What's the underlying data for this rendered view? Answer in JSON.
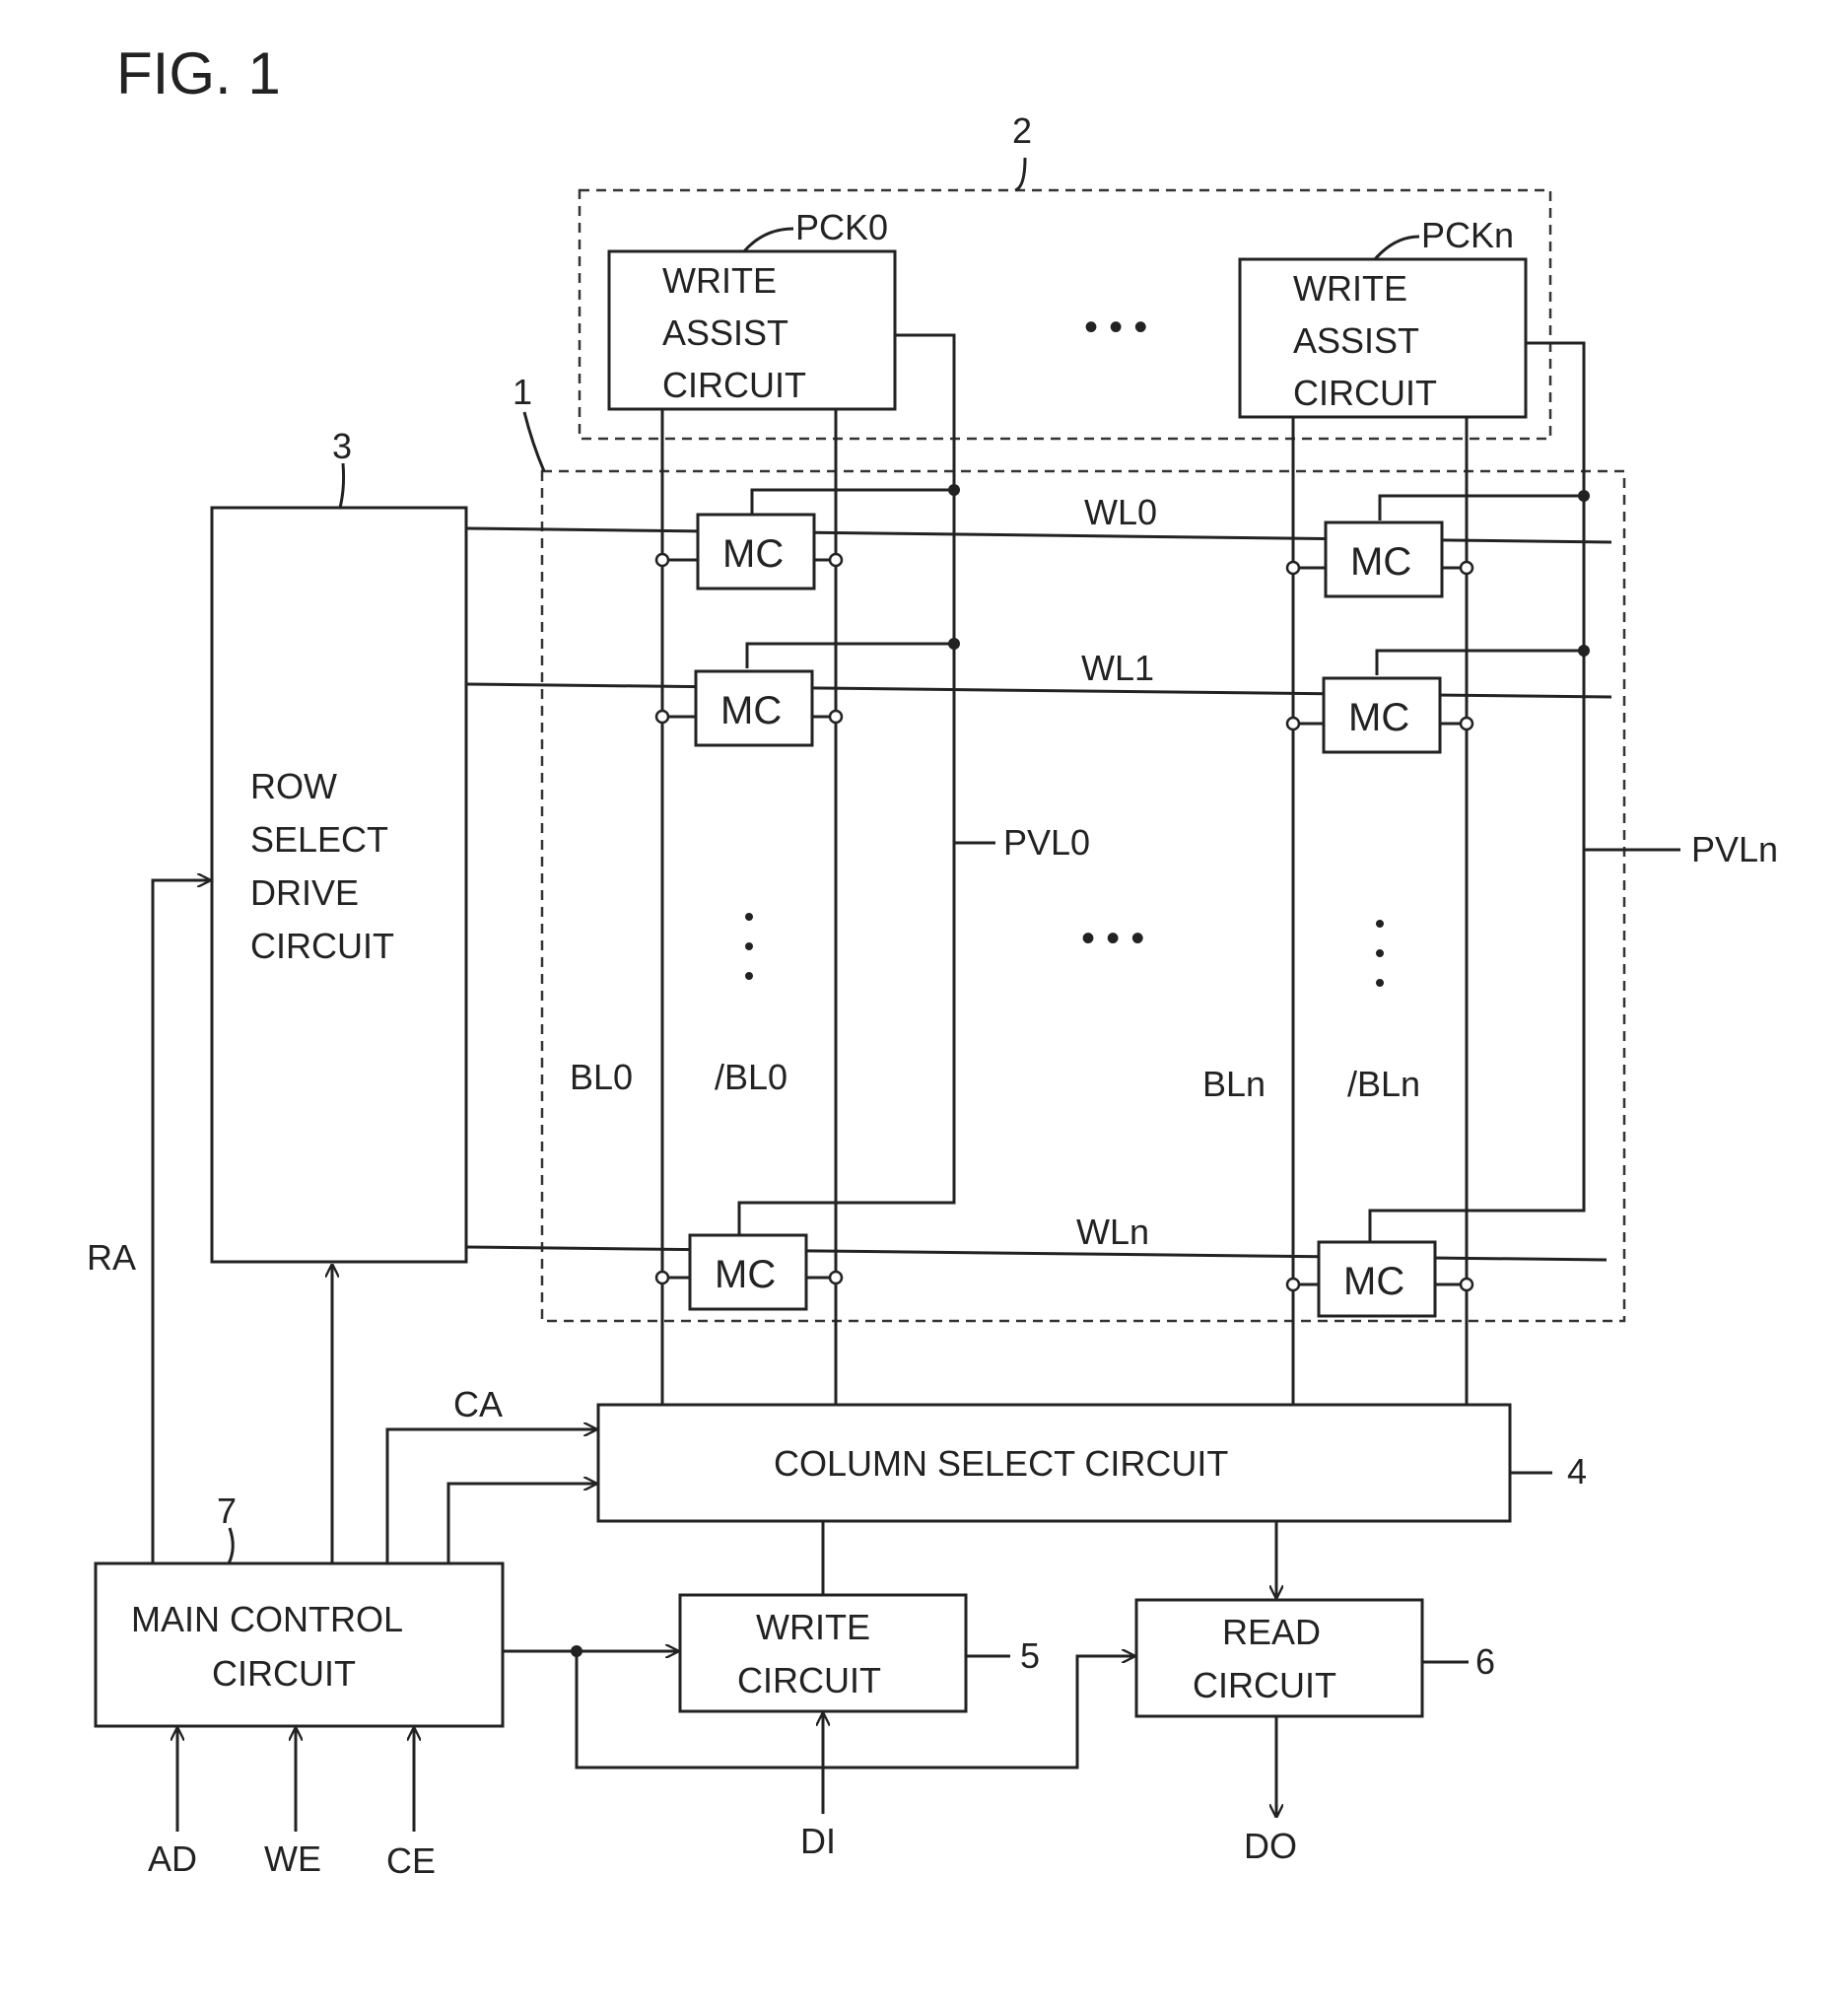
{
  "figure": {
    "title": "FIG. 1"
  },
  "refs": {
    "array": "1",
    "assist_group": "2",
    "row_driver": "3",
    "column_select": "4",
    "write": "5",
    "read": "6",
    "control": "7"
  },
  "blocks": {
    "write_assist_0": {
      "name": "PCK0",
      "lines": [
        "WRITE",
        "ASSIST",
        "CIRCUIT"
      ]
    },
    "write_assist_n": {
      "name": "PCKn",
      "lines": [
        "WRITE",
        "ASSIST",
        "CIRCUIT"
      ]
    },
    "row_select": {
      "lines": [
        "ROW",
        "SELECT",
        "DRIVE",
        "CIRCUIT"
      ]
    },
    "column_select": {
      "label": "COLUMN SELECT CIRCUIT"
    },
    "main_control": {
      "lines": [
        "MAIN CONTROL",
        "CIRCUIT"
      ]
    },
    "write_circuit": {
      "lines": [
        "WRITE",
        "CIRCUIT"
      ]
    },
    "read_circuit": {
      "lines": [
        "READ",
        "CIRCUIT"
      ]
    }
  },
  "cells": {
    "label": "MC"
  },
  "lines": {
    "word": [
      "WL0",
      "WL1",
      "WLn"
    ],
    "bit": [
      "BL0",
      "/BL0",
      "BLn",
      "/BLn"
    ],
    "power": [
      "PVL0",
      "PVLn"
    ]
  },
  "signals": {
    "ra": "RA",
    "ca": "CA",
    "ad": "AD",
    "we": "WE",
    "ce": "CE",
    "di": "DI",
    "do": "DO"
  },
  "ellipsis": "• • •"
}
